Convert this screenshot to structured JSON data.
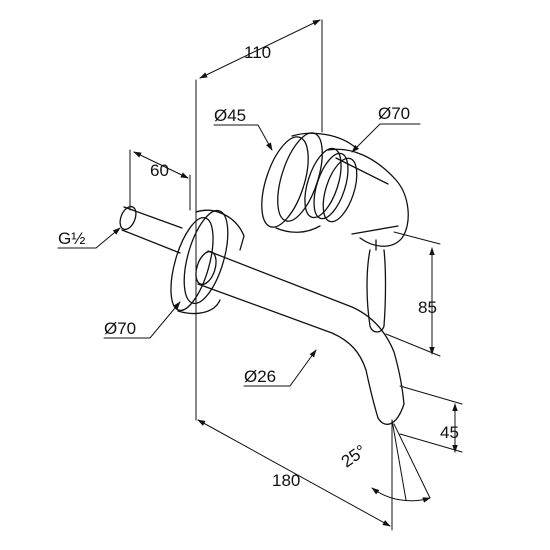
{
  "diagram": {
    "dimensions": {
      "top_width": "110",
      "inlet_depth": "60",
      "spout_length": "180",
      "handle_diameter": "Ø45",
      "rosette_diameter_upper": "Ø70",
      "rosette_diameter_lower": "Ø70",
      "thread": "G½",
      "spout_diameter": "Ø26",
      "lever_height": "85",
      "outlet_height": "45",
      "angle": "25°"
    },
    "colors": {
      "line": "#111111",
      "background": "#ffffff"
    }
  }
}
